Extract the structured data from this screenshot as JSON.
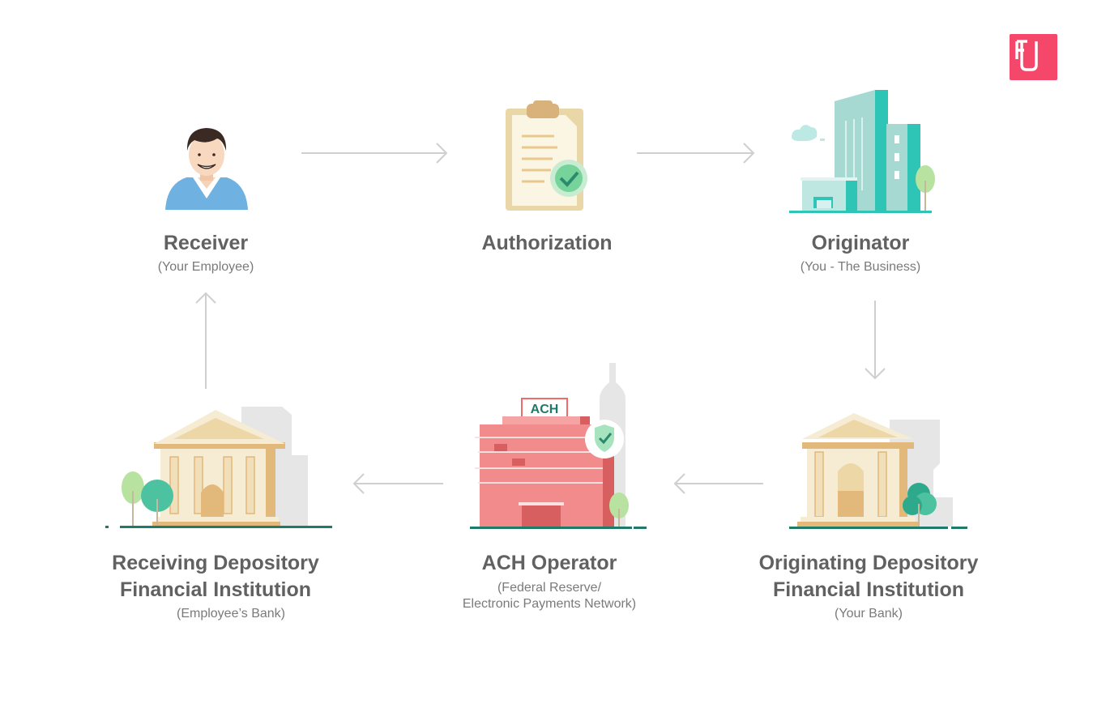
{
  "logo": {
    "icon": "brand-logo-icon",
    "color": "#f5476a"
  },
  "nodes": {
    "receiver": {
      "title": "Receiver",
      "subtitle": "(Your Employee)",
      "icon": "person-icon"
    },
    "authorization": {
      "title": "Authorization",
      "icon": "clipboard-check-icon"
    },
    "originator": {
      "title": "Originator",
      "subtitle": "(You - The Business)",
      "icon": "office-building-icon"
    },
    "odfi": {
      "title_line1": "Originating Depository",
      "title_line2": "Financial Institution",
      "subtitle": "(Your Bank)",
      "icon": "bank-icon"
    },
    "ach": {
      "title": "ACH Operator",
      "subtitle_line1": "(Federal Reserve/",
      "subtitle_line2": "Electronic Payments Network)",
      "sign": "ACH",
      "icon": "ach-building-icon"
    },
    "rdfi": {
      "title_line1": "Receiving Depository",
      "title_line2": "Financial Institution",
      "subtitle": "(Employee’s Bank)",
      "icon": "bank-icon"
    }
  },
  "colors": {
    "text": "#616161",
    "arrow": "#cfcfcf",
    "teal": "#2ec4b6",
    "ach_red": "#f28b8b",
    "bank_cream": "#f5ecd3"
  }
}
